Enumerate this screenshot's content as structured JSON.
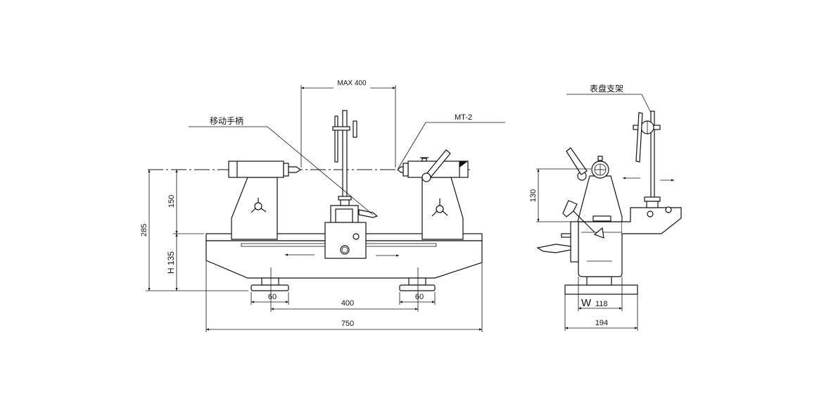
{
  "front_view": {
    "labels": {
      "moving_handle": "移动手柄",
      "taper": "MT-2"
    },
    "dimensions": {
      "max_length": "MAX 400",
      "overall_height": "285",
      "center_height": "150",
      "bed_height": "H 135",
      "foot_left": "60",
      "foot_spacing": "400",
      "foot_right": "60",
      "overall_length": "750"
    }
  },
  "side_view": {
    "labels": {
      "dial_stand": "表盘支架"
    },
    "dimensions": {
      "center_height": "130",
      "width": "W",
      "width_value": "118",
      "base_width": "194"
    }
  },
  "colors": {
    "line": "#111111",
    "background": "#ffffff"
  }
}
